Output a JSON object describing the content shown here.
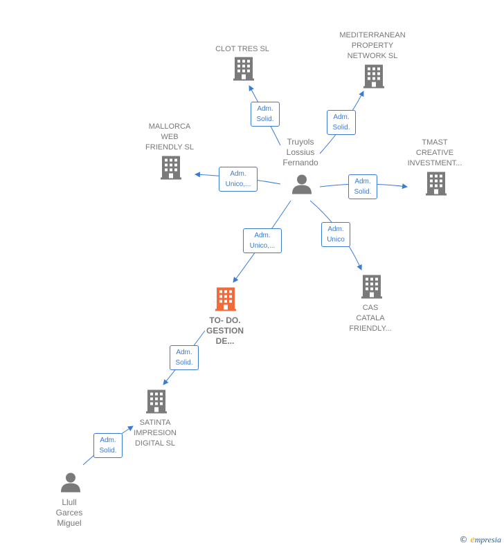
{
  "colors": {
    "edge": "#3a7bd5",
    "icon_gray": "#7a7a7a",
    "icon_highlight": "#f26a3a",
    "label": "#777777"
  },
  "nodes": {
    "clot_tres": {
      "label_lines": [
        "CLOT TRES SL"
      ],
      "icon": "building-icon"
    },
    "mediterranean": {
      "label_lines": [
        "MEDITERRANEAN",
        "PROPERTY",
        "NETWORK  SL"
      ],
      "icon": "building-icon"
    },
    "mallorca": {
      "label_lines": [
        "MALLORCA",
        "WEB",
        "FRIENDLY SL"
      ],
      "icon": "building-icon"
    },
    "tmast": {
      "label_lines": [
        "TMAST",
        "CREATIVE",
        "INVESTMENT..."
      ],
      "icon": "building-icon"
    },
    "truyols": {
      "label_lines": [
        "Truyols",
        "Lossius",
        "Fernando"
      ],
      "icon": "person-icon"
    },
    "todo": {
      "label_lines": [
        "TO- DO.",
        "GESTION",
        "DE..."
      ],
      "icon": "building-icon"
    },
    "cas_catala": {
      "label_lines": [
        "CAS",
        "CATALA",
        "FRIENDLY..."
      ],
      "icon": "building-icon"
    },
    "satinta": {
      "label_lines": [
        "SATINTA",
        "IMPRESION",
        "DIGITAL  SL"
      ],
      "icon": "building-icon"
    },
    "llull": {
      "label_lines": [
        "Llull",
        "Garces",
        "Miguel"
      ],
      "icon": "person-icon"
    }
  },
  "edges": {
    "to_clot": [
      "Adm.",
      "Solid."
    ],
    "to_mediterranean": [
      "Adm.",
      "Solid."
    ],
    "to_mallorca": [
      "Adm.",
      "Unico,..."
    ],
    "to_tmast": [
      "Adm.",
      "Solid."
    ],
    "to_todo": [
      "Adm.",
      "Unico,..."
    ],
    "to_cas": [
      "Adm.",
      "Unico"
    ],
    "todo_to_satinta": [
      "Adm.",
      "Solid."
    ],
    "llull_to_satinta": [
      "Adm.",
      "Solid."
    ]
  },
  "watermark": {
    "copyright": "©",
    "brand_initial": "e",
    "brand_rest": "mpresia"
  }
}
